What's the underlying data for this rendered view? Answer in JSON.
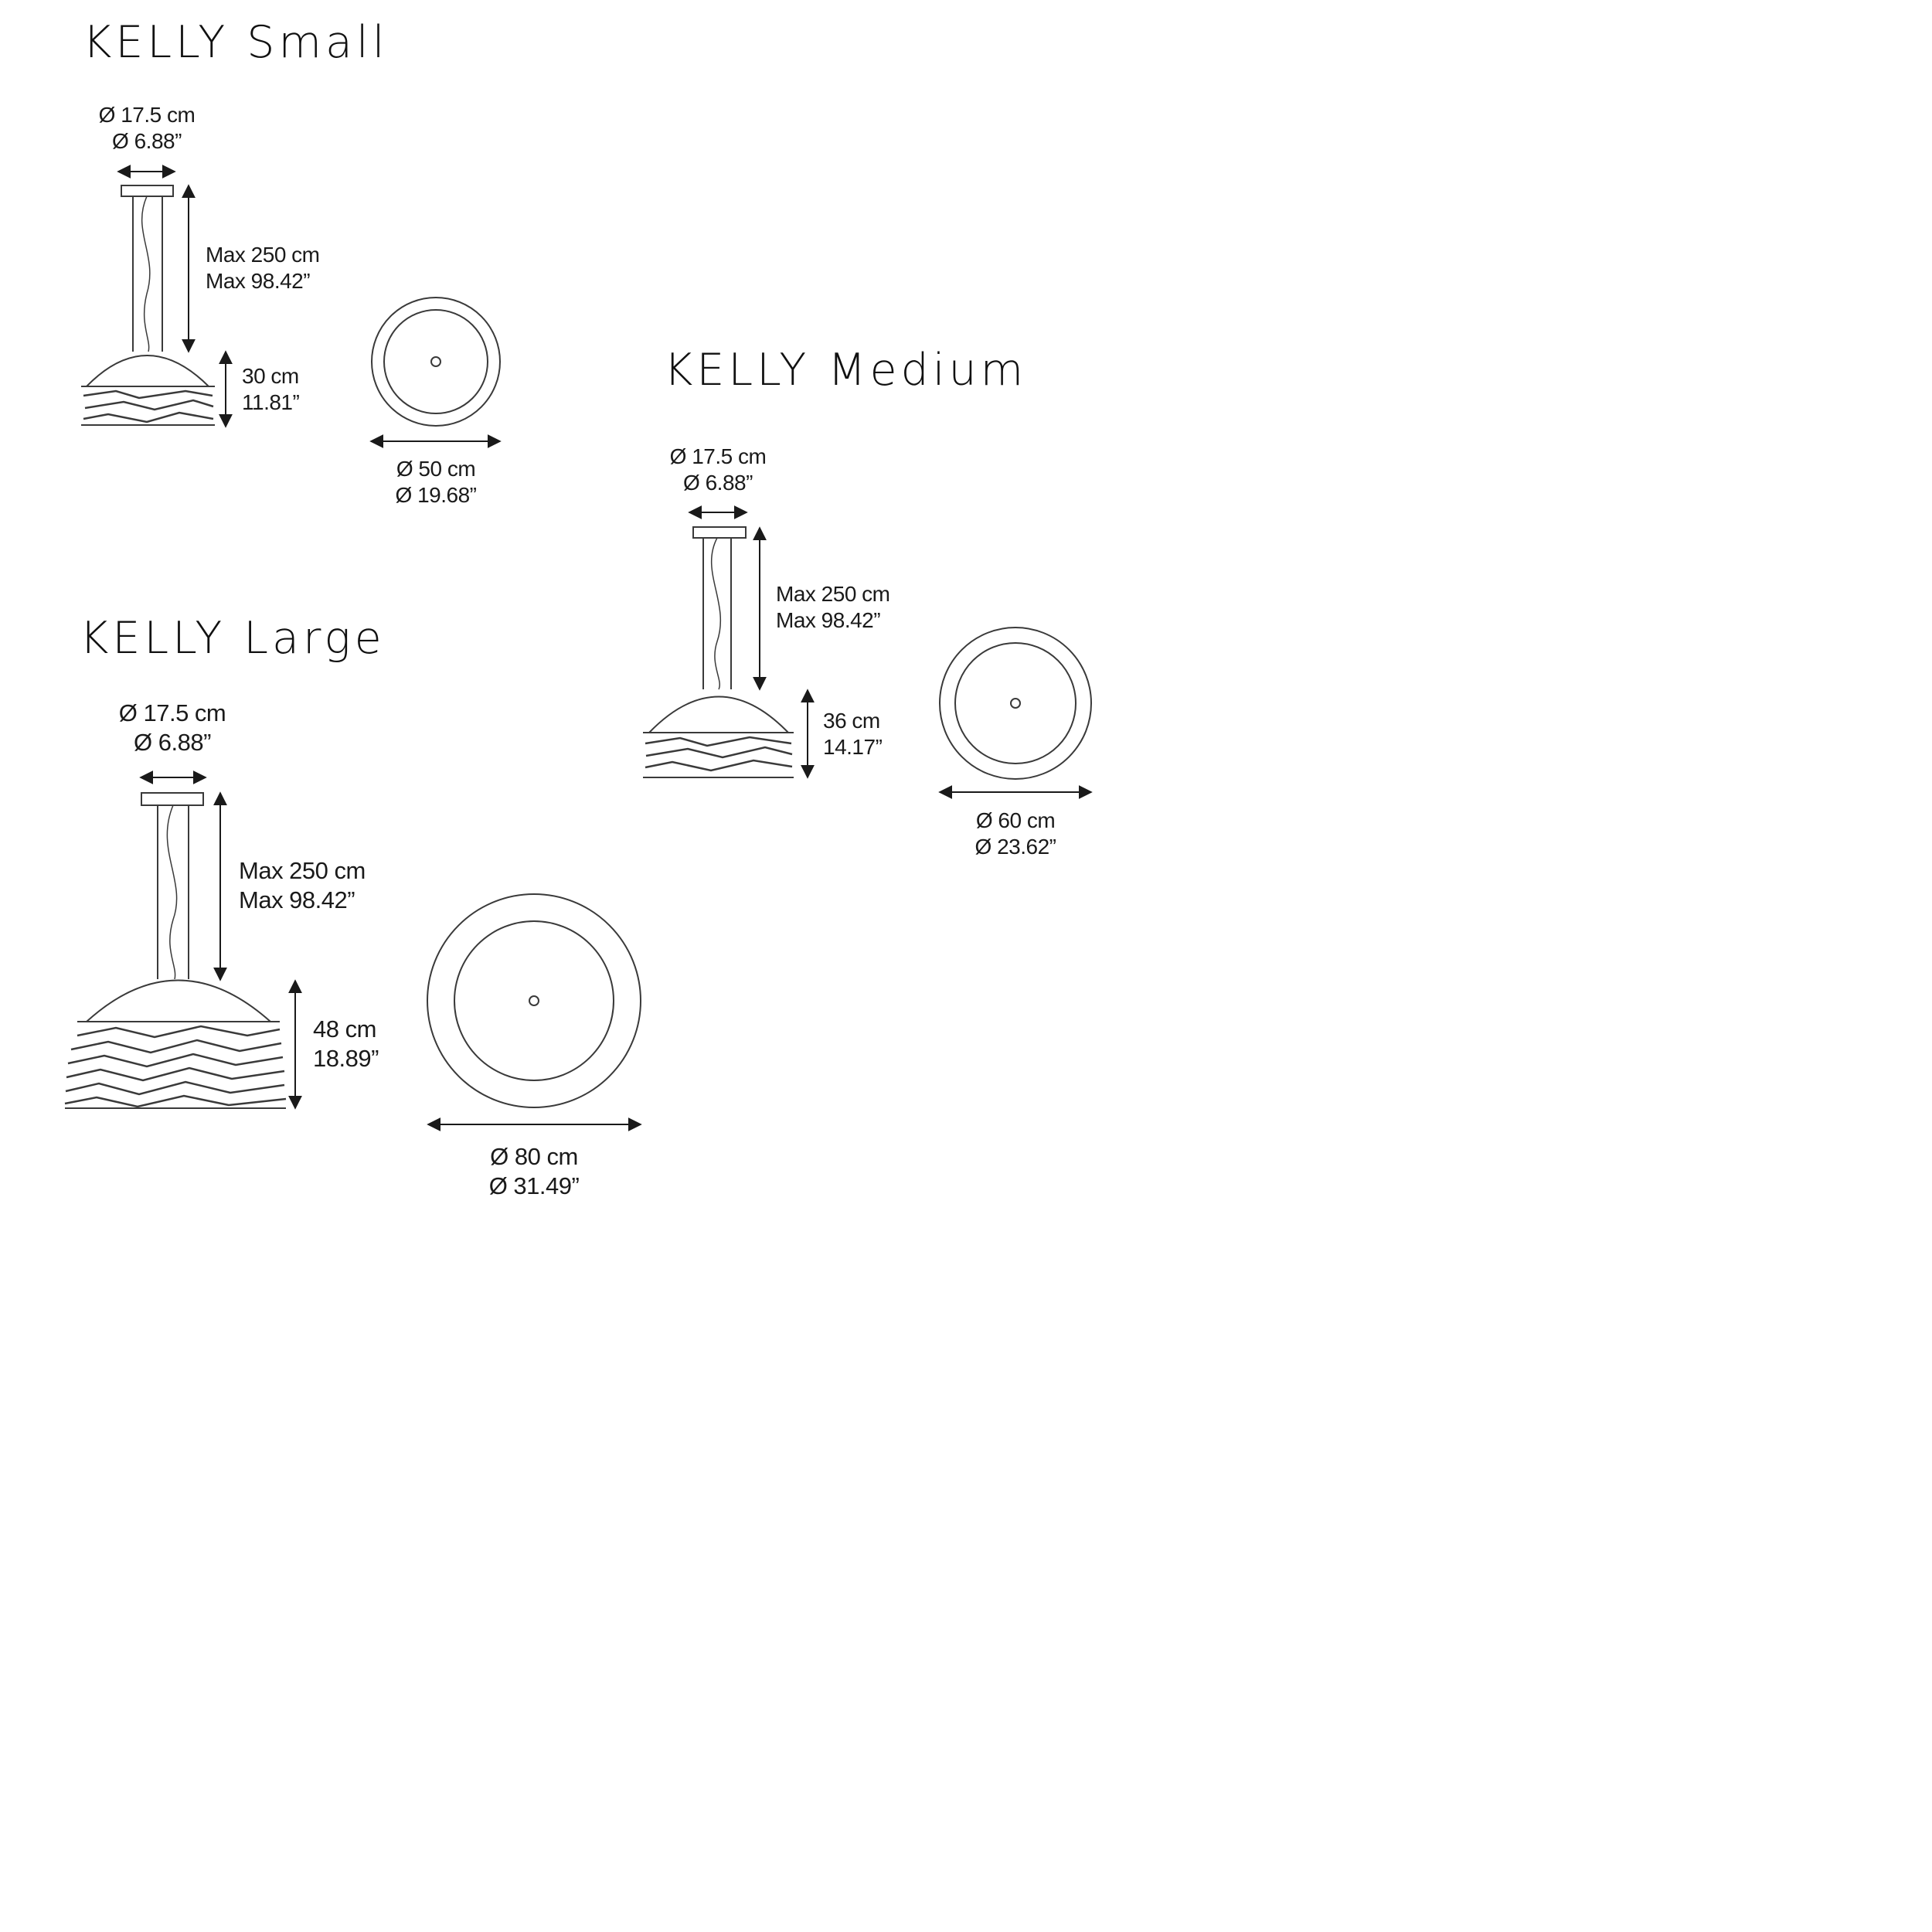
{
  "small": {
    "title": "KELLY Small",
    "canopy": {
      "cm": "Ø 17.5 cm",
      "inch": "Ø 6.88”"
    },
    "cable": {
      "cm": "Max 250 cm",
      "inch": "Max 98.42”"
    },
    "height": {
      "cm": "30 cm",
      "inch": "11.81”"
    },
    "diameter": {
      "cm": "Ø 50 cm",
      "inch": "Ø 19.68”"
    }
  },
  "medium": {
    "title": "KELLY Medium",
    "canopy": {
      "cm": "Ø 17.5 cm",
      "inch": "Ø 6.88”"
    },
    "cable": {
      "cm": "Max 250 cm",
      "inch": "Max 98.42”"
    },
    "height": {
      "cm": "36 cm",
      "inch": "14.17”"
    },
    "diameter": {
      "cm": "Ø 60 cm",
      "inch": "Ø 23.62”"
    }
  },
  "large": {
    "title": "KELLY Large",
    "canopy": {
      "cm": "Ø 17.5 cm",
      "inch": "Ø 6.88”"
    },
    "cable": {
      "cm": "Max 250 cm",
      "inch": "Max 98.42”"
    },
    "height": {
      "cm": "48 cm",
      "inch": "18.89”"
    },
    "diameter": {
      "cm": "Ø 80 cm",
      "inch": "Ø 31.49”"
    }
  }
}
